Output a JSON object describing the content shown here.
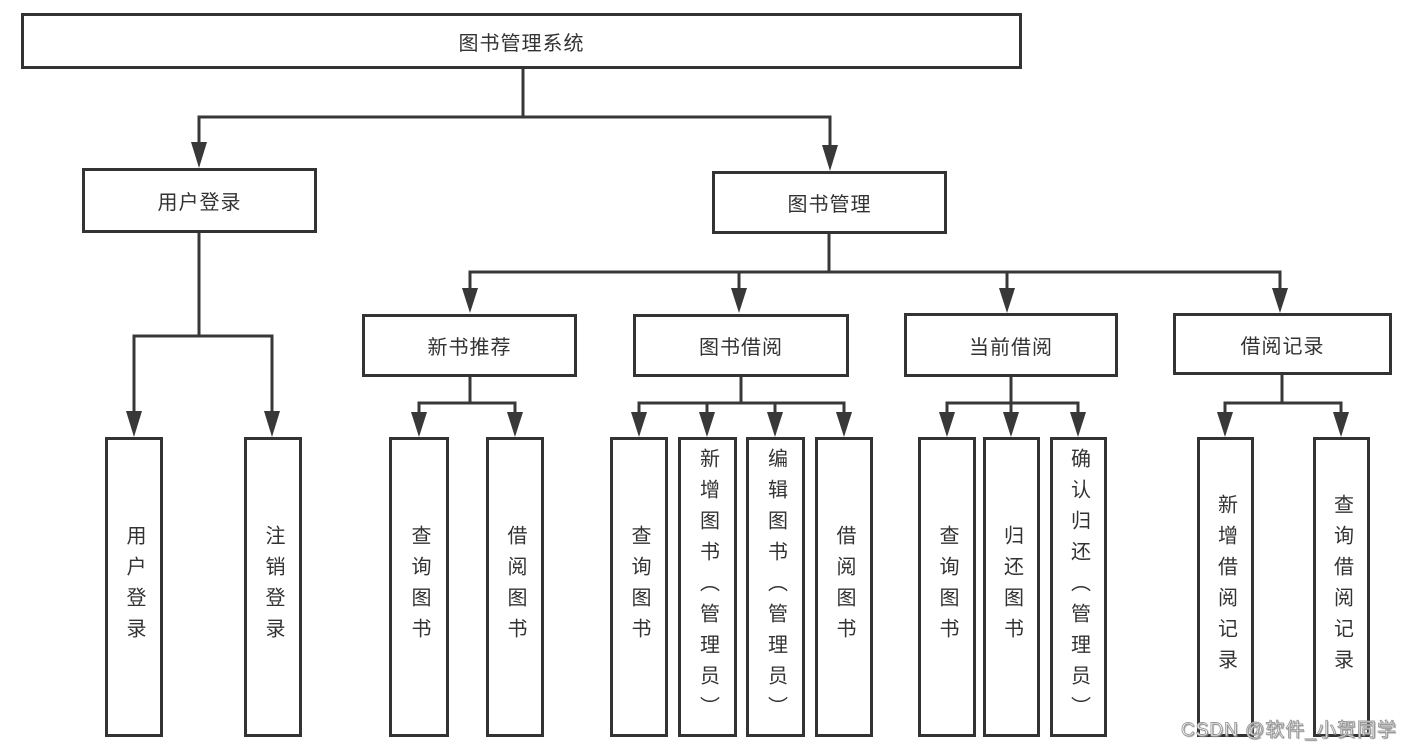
{
  "diagram": {
    "root": {
      "label": "图书管理系统"
    },
    "level2": {
      "user_login": {
        "label": "用户登录"
      },
      "book_management": {
        "label": "图书管理"
      }
    },
    "level3": {
      "new_book_recommend": {
        "label": "新书推荐",
        "parent": "图书管理"
      },
      "book_borrowing": {
        "label": "图书借阅",
        "parent": "图书管理"
      },
      "current_borrowing": {
        "label": "当前借阅",
        "parent": "图书管理"
      },
      "borrowing_records": {
        "label": "借阅记录",
        "parent": "图书管理"
      }
    },
    "leaves": {
      "user_login": {
        "login": "用户登录",
        "logout": "注销登录"
      },
      "new_book_recommend": {
        "query_books": "查询图书",
        "borrow_books": "借阅图书"
      },
      "book_borrowing": {
        "query_books": "查询图书",
        "add_books": "新增图书（管理员）",
        "edit_books": "编辑图书（管理员）",
        "borrow_books": "借阅图书"
      },
      "current_borrowing": {
        "query_books": "查询图书",
        "return_books": "归还图书",
        "confirm_return": "确认归还（管理员）"
      },
      "borrowing_records": {
        "add_record": "新增借阅记录",
        "query_record": "查询借阅记录"
      }
    }
  },
  "colors": {
    "line": "#383838",
    "border": "#333333",
    "text": "#333333",
    "background": "#ffffff"
  },
  "watermark": "CSDN @软件_小贺同学"
}
